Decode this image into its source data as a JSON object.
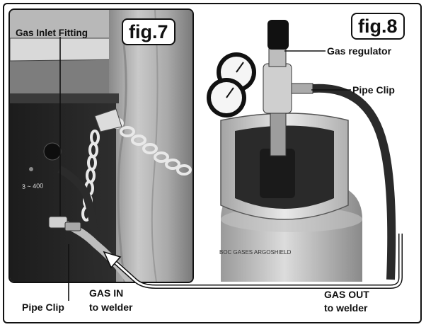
{
  "figures": {
    "fig7": {
      "label": "fig.7",
      "callouts": {
        "gas_inlet_fitting": "Gas Inlet Fitting",
        "pipe_clip": "Pipe Clip",
        "panel_text": "3 ~ 400"
      }
    },
    "fig8": {
      "label": "fig.8",
      "callouts": {
        "gas_regulator": "Gas regulator",
        "pipe_clip": "Pipe Clip",
        "cylinder_text": "BOC GASES ARGOSHIELD"
      }
    }
  },
  "flow": {
    "gas_in_line1": "GAS IN",
    "gas_in_line2": "to welder",
    "gas_out_line1": "GAS OUT",
    "gas_out_line2": "to welder"
  }
}
